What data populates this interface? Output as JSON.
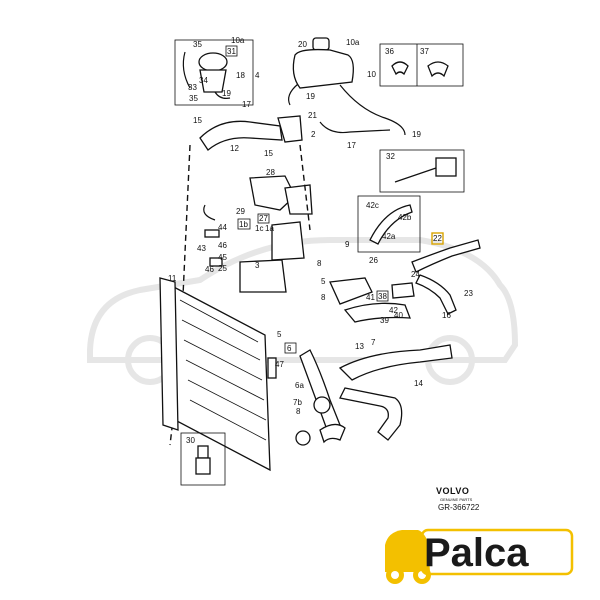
{
  "brand": {
    "maker": "VOLVO",
    "maker_subtitle": "GENUINE PARTS",
    "reference": "GR-366722",
    "logo_text": "Palca",
    "logo_color": "#f3c000",
    "logo_text_color": "#1a1a1a"
  },
  "highlight_color": "#d9a400",
  "labels": {
    "l35": "35",
    "l10a_top": "10a",
    "l31": "31",
    "l33": "33",
    "l34": "34",
    "l35b": "35",
    "l18": "18",
    "l19a": "19",
    "l17a": "17",
    "l4": "4",
    "l20": "20",
    "l10a": "10a",
    "l10": "10",
    "l19b": "19",
    "l21": "21",
    "l2": "2",
    "l36": "36",
    "l37": "37",
    "l15a": "15",
    "l12": "12",
    "l15b": "15",
    "l17b": "17",
    "l19c": "19",
    "l32": "32",
    "l28": "28",
    "l29": "29",
    "l27": "27",
    "l1c": "1c",
    "l1a": "1a",
    "l1b": "1b",
    "l44": "44",
    "l46a": "46",
    "l43": "43",
    "l45": "45",
    "l46b": "46",
    "l25": "25",
    "l11": "11",
    "l3": "3",
    "l42c": "42c",
    "l42b": "42b",
    "l42a": "42a",
    "l22": "22",
    "l9": "9",
    "l26": "26",
    "l24": "24",
    "l8a": "8",
    "l5a": "5",
    "l8b": "8",
    "l41": "41",
    "l38": "38",
    "l42": "42",
    "l23": "23",
    "l40": "40",
    "l39": "39",
    "l16": "16",
    "l5b": "5",
    "l6": "6",
    "l13": "13",
    "l7": "7",
    "l47": "47",
    "l6a": "6a",
    "l7b": "7b",
    "l14": "14",
    "l30": "30"
  }
}
